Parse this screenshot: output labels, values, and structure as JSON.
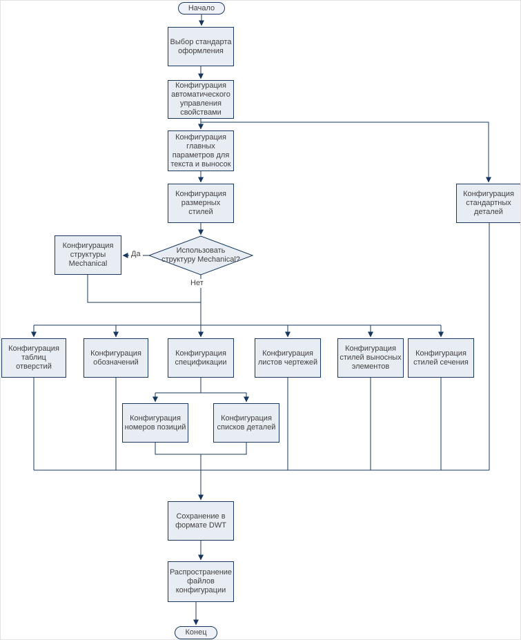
{
  "colors": {
    "line": "#17375e",
    "node-fill": "#e8edf4",
    "terminator-fill": "#eef1f7",
    "node-border": "#17375e",
    "text": "#3f3f3f",
    "canvas": "#ffffff"
  },
  "nodes": {
    "start": {
      "label": "Начало"
    },
    "select_standard": {
      "label": "Выбор стандарта\nоформления"
    },
    "auto_properties": {
      "label": "Конфигурация\nавтоматического\nуправления\nсвойствами"
    },
    "main_params": {
      "label": "Конфигурация\nглавных\nпараметров для\nтекста и выносок"
    },
    "dimension_styles": {
      "label": "Конфигурация\nразмерных\nстилей"
    },
    "standard_parts": {
      "label": "Конфигурация\nстандартных\nдеталей"
    },
    "decision_mechanical": {
      "label": "Использовать\nструктуру Mechanical?"
    },
    "mechanical_structure": {
      "label": "Конфигурация\nструктуры\nMechanical"
    },
    "hole_tables": {
      "label": "Конфигурация\nтаблиц отверстий"
    },
    "symbols": {
      "label": "Конфигурация\nобозначений"
    },
    "bom": {
      "label": "Конфигурация\nспецификации"
    },
    "drawing_sheets": {
      "label": "Конфигурация\nлистов чертежей"
    },
    "detail_view_styles": {
      "label": "Конфигурация\nстилей выносных\nэлементов"
    },
    "section_styles": {
      "label": "Конфигурация\nстилей сечения"
    },
    "balloon_numbers": {
      "label": "Конфигурация\nномеров позиций"
    },
    "parts_lists": {
      "label": "Конфигурация\nсписков деталей"
    },
    "save_dwt": {
      "label": "Сохранение в\nформате DWT"
    },
    "distribute_files": {
      "label": "Распространение\nфайлов\nконфигурации"
    },
    "end": {
      "label": "Конец"
    }
  },
  "edge_labels": {
    "yes": "Да",
    "no": "Нет"
  }
}
